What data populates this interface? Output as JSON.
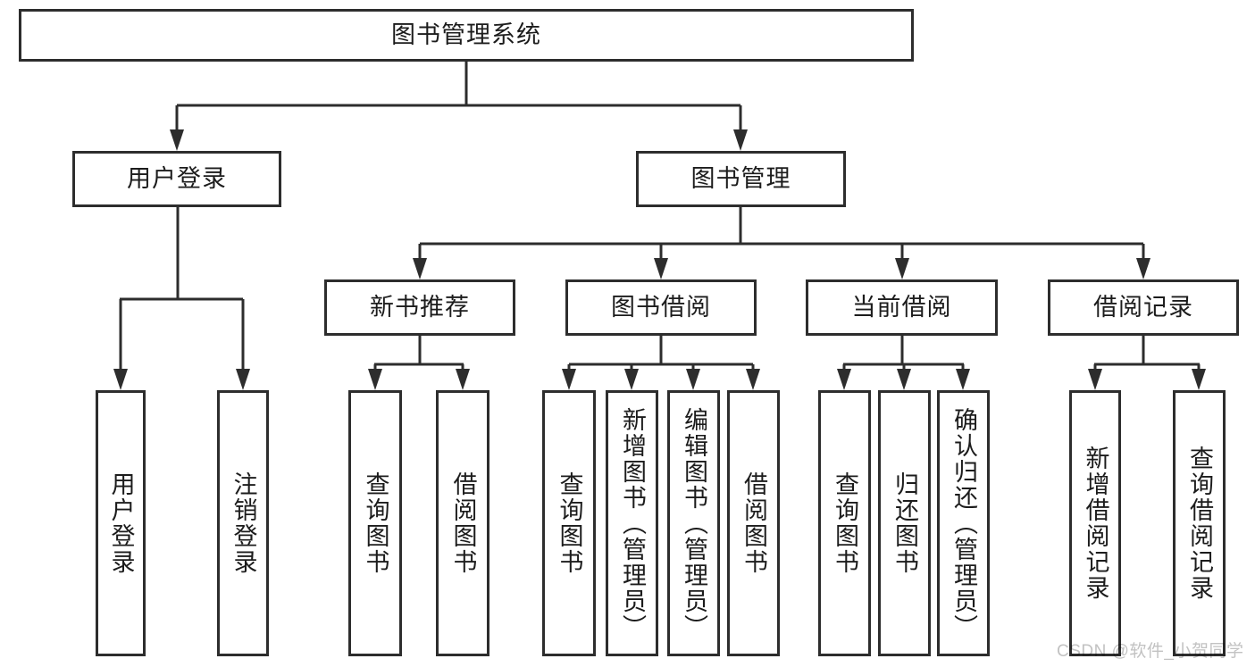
{
  "tree": {
    "root": {
      "label": "图书管理系统",
      "children": [
        {
          "label": "用户登录",
          "children": [
            {
              "label": "用户登录"
            },
            {
              "label": "注销登录"
            }
          ]
        },
        {
          "label": "图书管理",
          "children": [
            {
              "label": "新书推荐",
              "children": [
                {
                  "label": "查询图书"
                },
                {
                  "label": "借阅图书"
                }
              ]
            },
            {
              "label": "图书借阅",
              "children": [
                {
                  "label": "查询图书"
                },
                {
                  "label": "新增图书（管理员）"
                },
                {
                  "label": "编辑图书（管理员）"
                },
                {
                  "label": "借阅图书"
                }
              ]
            },
            {
              "label": "当前借阅",
              "children": [
                {
                  "label": "查询图书"
                },
                {
                  "label": "归还图书"
                },
                {
                  "label": "确认归还（管理员）"
                }
              ]
            },
            {
              "label": "借阅记录",
              "children": [
                {
                  "label": "新增借阅记录"
                },
                {
                  "label": "查询借阅记录"
                }
              ]
            }
          ]
        }
      ]
    }
  },
  "watermark": {
    "text": "CSDN @软件_小贺同学"
  },
  "colors": {
    "line": "#2d2d2d",
    "text": "#1c1c1c",
    "watermark": "#c2c2c2",
    "background": "#ffffff"
  }
}
